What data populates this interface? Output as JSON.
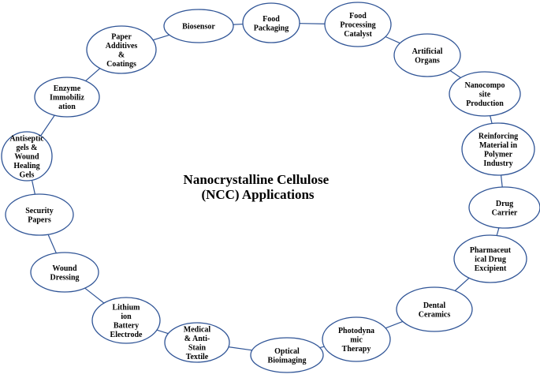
{
  "title": {
    "lines": [
      "Nanocrystalline Cellulose",
      "(NCC) Applications"
    ]
  },
  "colors": {
    "ellipse_stroke": "#2f5496",
    "connector": "#2f5496",
    "text": "#000000",
    "background": "#ffffff"
  },
  "nodes": [
    {
      "id": "biosensor",
      "lines": [
        "Biosensor"
      ]
    },
    {
      "id": "food-packaging",
      "lines": [
        "Food",
        "Packaging"
      ]
    },
    {
      "id": "food-processing-catalyst",
      "lines": [
        "Food",
        "Processing",
        "Catalyst"
      ]
    },
    {
      "id": "artificial-organs",
      "lines": [
        "Artificial",
        "Organs"
      ]
    },
    {
      "id": "nanocomposite-production",
      "lines": [
        "Nanocompo",
        "site",
        "Production"
      ]
    },
    {
      "id": "reinforcing-material",
      "lines": [
        "Reinforcing",
        "Material in",
        "Polymer",
        "Industry"
      ]
    },
    {
      "id": "drug-carrier",
      "lines": [
        "Drug",
        "Carrier"
      ]
    },
    {
      "id": "pharmaceutical-excipient",
      "lines": [
        "Pharmaceut",
        "ical Drug",
        "Excipient"
      ]
    },
    {
      "id": "dental-ceramics",
      "lines": [
        "Dental",
        "Ceramics"
      ]
    },
    {
      "id": "photodynamic-therapy",
      "lines": [
        "Photodyna",
        "mic",
        "Therapy"
      ]
    },
    {
      "id": "optical-bioimaging",
      "lines": [
        "Optical",
        "Bioimaging"
      ]
    },
    {
      "id": "medical-textile",
      "lines": [
        "Medical",
        "& Anti-",
        "Stain",
        "Textile"
      ]
    },
    {
      "id": "lithium-battery",
      "lines": [
        "Lithium",
        "ion",
        "Battery",
        "Electrode"
      ]
    },
    {
      "id": "wound-dressing",
      "lines": [
        "Wound",
        "Dressing"
      ]
    },
    {
      "id": "security-papers",
      "lines": [
        "Security",
        "Papers"
      ]
    },
    {
      "id": "antiseptic-gels",
      "lines": [
        "Antiseptic",
        "gels &",
        "Wound",
        "Healing",
        "Gels"
      ]
    },
    {
      "id": "enzyme-immobilization",
      "lines": [
        "Enzyme",
        "Immobiliz",
        "ation"
      ]
    },
    {
      "id": "paper-additives",
      "lines": [
        "Paper",
        "Additives",
        "&",
        "Coatings"
      ]
    }
  ]
}
